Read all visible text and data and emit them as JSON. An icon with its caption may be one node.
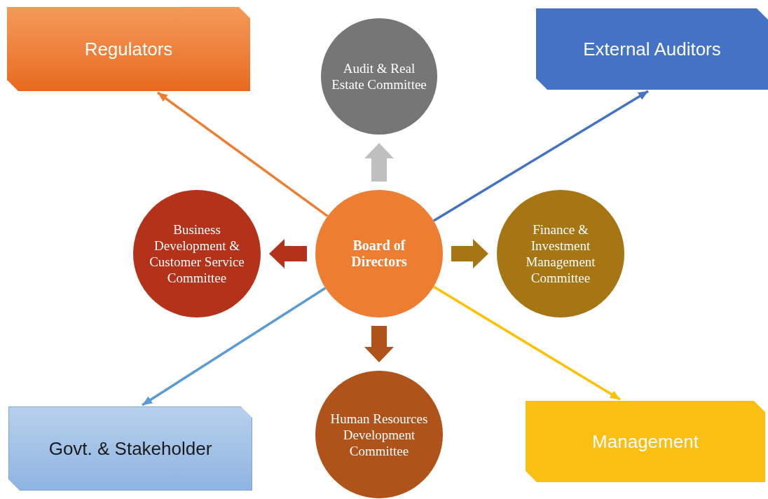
{
  "diagram": {
    "nodes": [
      {
        "text": [
          "Regulators"
        ]
      },
      {
        "text": [
          "Audit & Real Estate Committee"
        ]
      },
      {
        "text": [
          "External Auditors"
        ]
      },
      {
        "text": [
          "Business Development & Customer Service Committee"
        ]
      },
      {
        "text": [
          "Board of Directors"
        ]
      },
      {
        "text": [
          "Finance & Investment Management Committee"
        ]
      },
      {
        "text": [
          "Govt. & Stakeholder"
        ]
      },
      {
        "text": [
          "Human Resources Development Committee"
        ]
      },
      {
        "text": [
          "Management"
        ]
      }
    ],
    "edges": [
      {
        "from": 4,
        "to": 0,
        "arrow": "to",
        "color": "#ed7d31"
      },
      {
        "from": 4,
        "to": 2,
        "arrow": "to",
        "color": "#4472c4"
      },
      {
        "from": 4,
        "to": 6,
        "arrow": "to",
        "color": "#5b9bd5"
      },
      {
        "from": 4,
        "to": 8,
        "arrow": "to",
        "color": "#ffc000"
      },
      {
        "from": 4,
        "to": 1,
        "arrow": "to",
        "style": "thick",
        "color": "#bfbfbf"
      },
      {
        "from": 4,
        "to": 3,
        "arrow": "to",
        "style": "thick",
        "color": "#b5321a"
      },
      {
        "from": 4,
        "to": 5,
        "arrow": "to",
        "style": "thick",
        "color": "#a67615"
      },
      {
        "from": 4,
        "to": 7,
        "arrow": "to",
        "style": "thick",
        "color": "#b0531b"
      }
    ]
  }
}
